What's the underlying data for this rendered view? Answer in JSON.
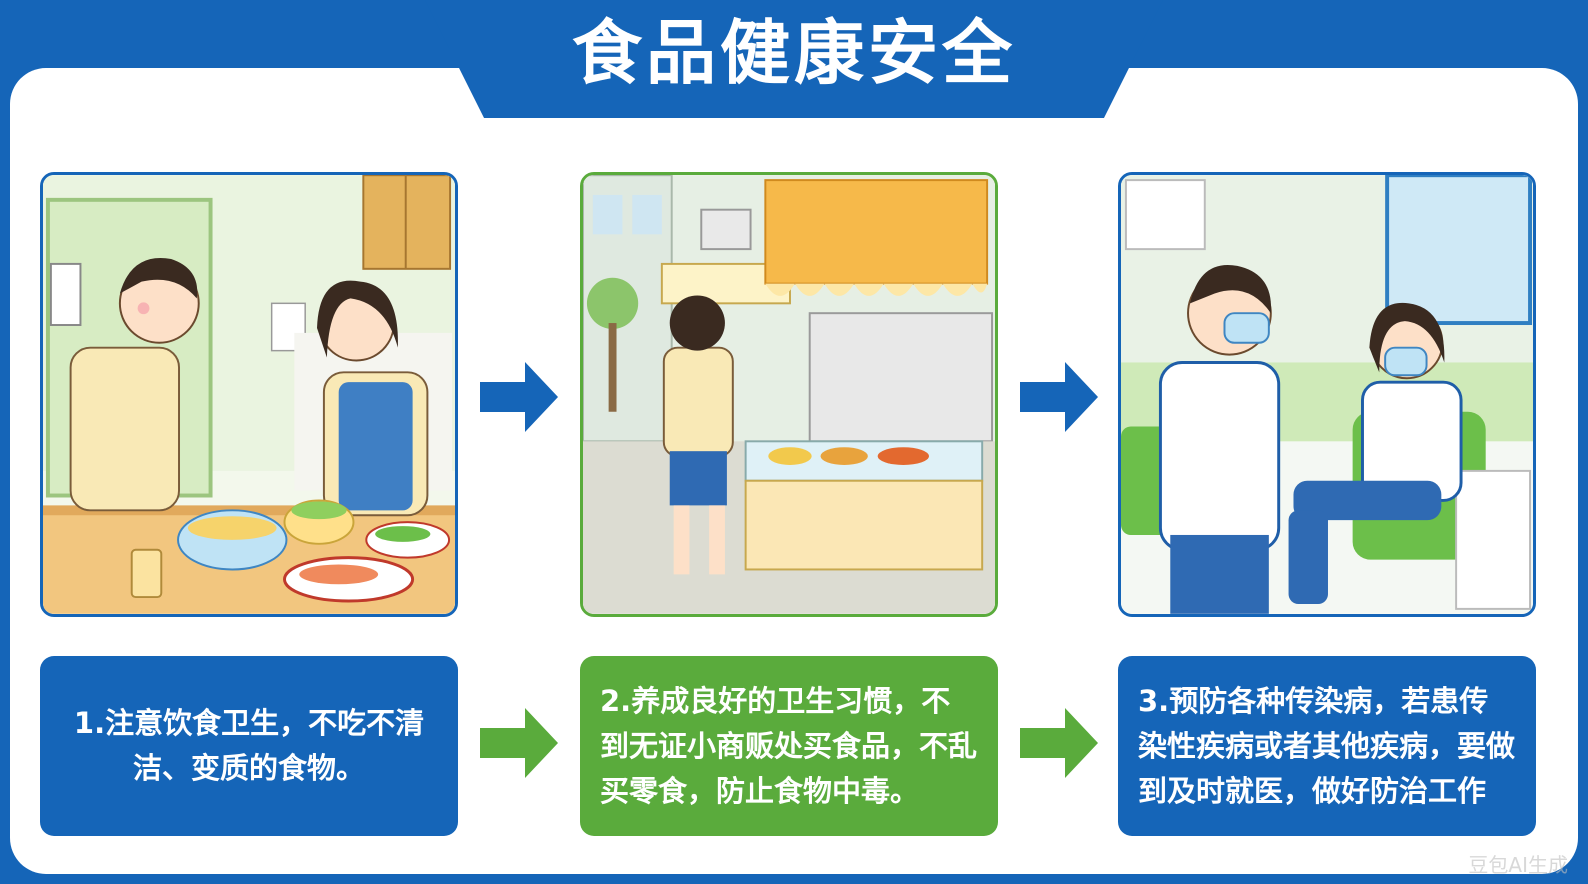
{
  "header": {
    "title": "食品健康安全"
  },
  "steps": [
    {
      "text": "1.注意饮食卫生，不吃不清洁、变质的食物。",
      "scene_icon": "handwashing-and-fresh-food-scene"
    },
    {
      "text": "2.养成良好的卫生习惯，不到无证小商贩处买食品，不乱买零食，防止食物中毒。",
      "scene_icon": "student-walking-past-street-food-stall-scene"
    },
    {
      "text": "3.预防各种传染病，若患传染性疾病或者其他疾病，要做到及时就医，做好防治工作",
      "scene_icon": "masked-students-doctor-visit-scene"
    }
  ],
  "arrows": [
    "arrow-right-icon",
    "arrow-right-icon",
    "arrow-right-icon",
    "arrow-right-icon"
  ],
  "watermark": "豆包AI生成",
  "colors": {
    "primary_blue": "#1565b8",
    "primary_green": "#5aab3c",
    "background": "#ffffff"
  }
}
